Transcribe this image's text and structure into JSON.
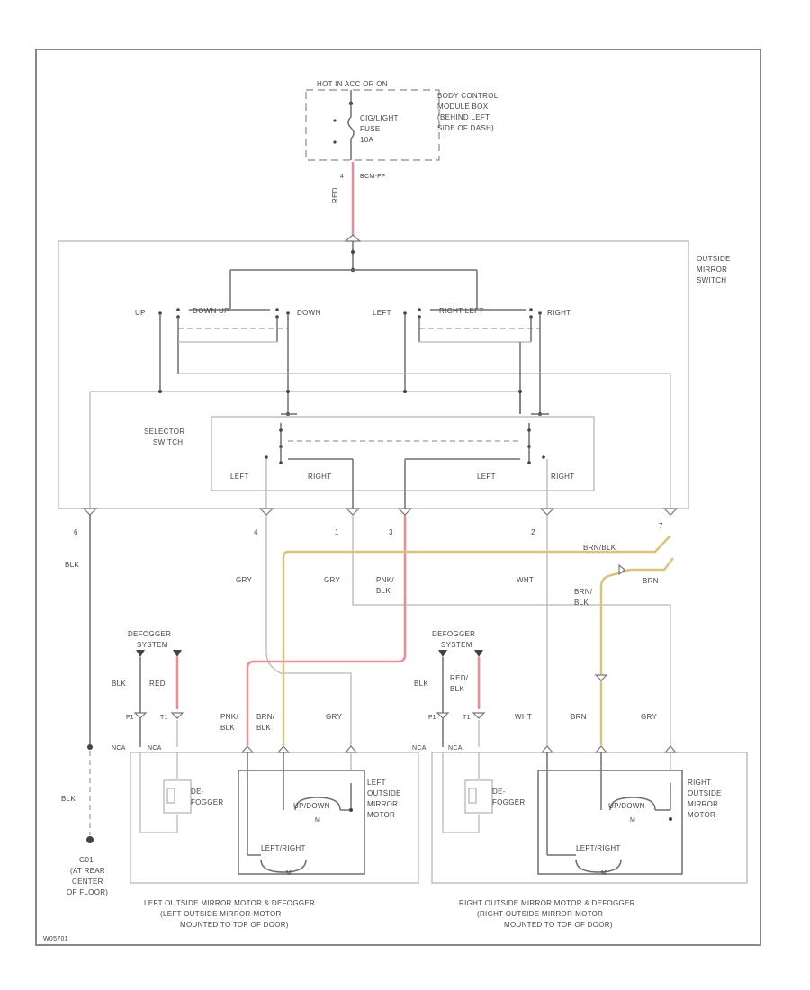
{
  "fuse_block": {
    "header": "HOT IN ACC OR ON",
    "fuse_line1": "CIG/LIGHT",
    "fuse_line2": "FUSE",
    "fuse_line3": "10A",
    "location_line1": "BODY CONTROL",
    "location_line2": "MODULE BOX",
    "location_line3": "(BEHIND LEFT",
    "location_line4": "SIDE OF DASH)",
    "pin": "4",
    "connector": "BCM-FF",
    "wire_color": "RED"
  },
  "outside_mirror_switch": {
    "line1": "OUTSIDE",
    "line2": "MIRROR",
    "line3": "SWITCH",
    "labels": {
      "up": "UP",
      "down_up": "DOWN  UP",
      "down": "DOWN",
      "left": "LEFT",
      "right_left": "RIGHT  LEFT",
      "right": "RIGHT"
    }
  },
  "selector_switch": {
    "line1": "SELECTOR",
    "line2": "SWITCH",
    "pos_left1": "LEFT",
    "pos_right1": "RIGHT",
    "pos_left2": "LEFT",
    "pos_right2": "RIGHT"
  },
  "switch_pins": [
    "6",
    "4",
    "1",
    "3",
    "2",
    "7"
  ],
  "wires": {
    "blk": "BLK",
    "gry1": "GRY",
    "gry2": "GRY",
    "pnk_blk_1": "PNK/",
    "pnk_blk_2": "BLK",
    "wht": "WHT",
    "brn_blk_top": "BRN/BLK",
    "brn_blk_1": "BRN/",
    "brn_blk_2": "BLK",
    "brn": "BRN"
  },
  "left_defogger_switch": {
    "line1": "DEFOGGER",
    "line2": "SYSTEM"
  },
  "right_defogger_switch": {
    "line1": "DEFOGGER",
    "line2": "SYSTEM"
  },
  "left_mirror_wires": {
    "blk": "BLK",
    "red": "RED",
    "pnk_1": "PNK/",
    "pnk_2": "BLK",
    "brn_1": "BRN/",
    "brn_2": "BLK",
    "gry": "GRY"
  },
  "right_mirror_wires": {
    "blk": "BLK",
    "red_1": "RED/",
    "red_2": "BLK",
    "wht": "WHT",
    "brn": "BRN",
    "gry": "GRY"
  },
  "connectors": {
    "l_pin1": "F1",
    "l_pin2": "T1",
    "l_nc1": "NCA",
    "l_nc2": "NCA",
    "r_pin1": "F1",
    "r_pin2": "T1",
    "r_nc1": "NCA",
    "r_nc2": "NCA"
  },
  "left_mirror": {
    "defogger_1": "DE-",
    "defogger_2": "FOGGER",
    "motor_1": "LEFT",
    "motor_2": "OUTSIDE",
    "motor_3": "MIRROR",
    "motor_4": "MOTOR",
    "updown": "UP/DOWN",
    "leftright": "LEFT/RIGHT",
    "m1": "M",
    "m2": "M",
    "caption_1": "LEFT OUTSIDE MIRROR MOTOR & DEFOGGER",
    "caption_2": "(LEFT OUTSIDE MIRROR-MOTOR",
    "caption_3": "MOUNTED TO TOP OF DOOR)"
  },
  "right_mirror": {
    "defogger_1": "DE-",
    "defogger_2": "FOGGER",
    "motor_1": "RIGHT",
    "motor_2": "OUTSIDE",
    "motor_3": "MIRROR",
    "motor_4": "MOTOR",
    "updown": "UP/DOWN",
    "leftright": "LEFT/RIGHT",
    "m1": "M",
    "m2": "M",
    "caption_1": "RIGHT OUTSIDE MIRROR MOTOR & DEFOGGER",
    "caption_2": "(RIGHT OUTSIDE MIRROR-MOTOR",
    "caption_3": "MOUNTED TO TOP OF DOOR)"
  },
  "ground": {
    "wire": "BLK",
    "line1": "G01",
    "line2": "(AT REAR",
    "line3": "CENTER",
    "line4": "OF FLOOR)"
  },
  "figure_id": "W05701"
}
